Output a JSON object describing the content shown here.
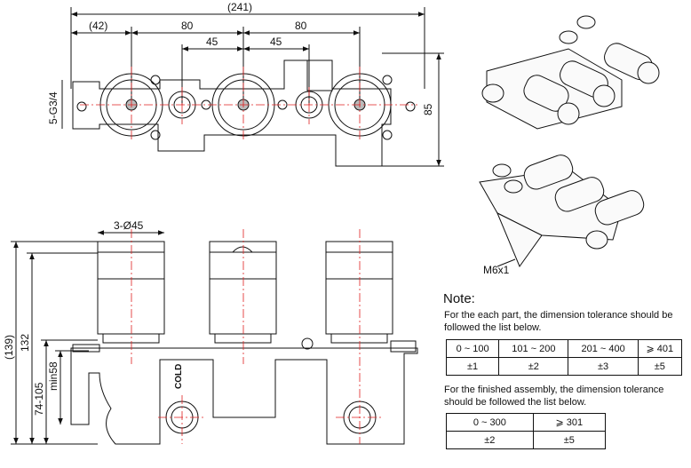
{
  "dimensions": {
    "overall_width": "(241)",
    "offset": "(42)",
    "span_left": "80",
    "span_right": "80",
    "half_left": "45",
    "half_right": "45",
    "height_right": "85",
    "port_thread": "5-G3/4",
    "bore_diameter": "3-Ø45",
    "overall_height": "(139)",
    "height_132": "132",
    "depth_range": "74-105",
    "min_depth": "min58",
    "mount_screw": "M6x1",
    "cold_mark": "COLD"
  },
  "note": {
    "title": "Note:",
    "part_text": "For the each part, the dimension tolerance should be followed the list below.",
    "part_table": {
      "ranges": [
        "0 ~ 100",
        "101 ~ 200",
        "201 ~ 400",
        "⩾ 401"
      ],
      "tolerances": [
        "±1",
        "±2",
        "±3",
        "±5"
      ]
    },
    "assembly_text": "For the finished assembly, the dimension tolerance should be followed the list below.",
    "assembly_table": {
      "ranges": [
        "0 ~ 300",
        "⩾ 301"
      ],
      "tolerances": [
        "±2",
        "±5"
      ]
    }
  }
}
